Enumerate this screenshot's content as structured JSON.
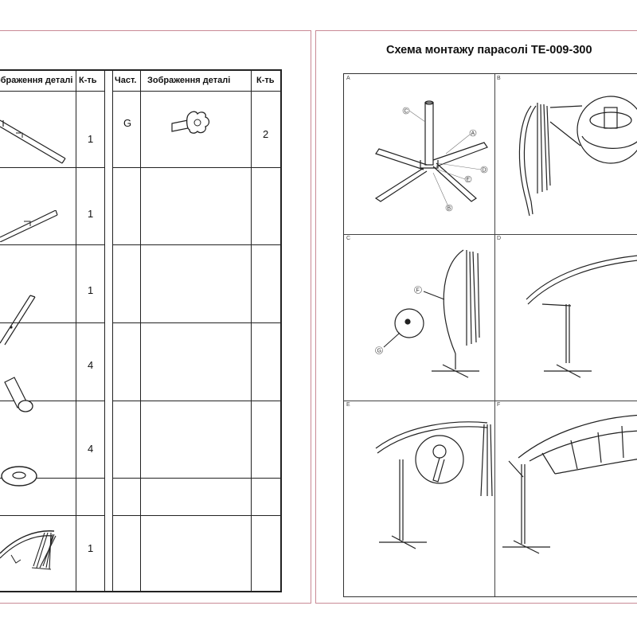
{
  "parts_table": {
    "headers": {
      "image_left": "ображення деталі",
      "qty_left": "К-ть",
      "part": "Част.",
      "image_right": "Зображення деталі",
      "qty_right": "К-ть"
    },
    "rows": [
      {
        "icon": "base-cross-bar-icon",
        "qty_left": "1",
        "part": "G",
        "qty_right": "2",
        "right_icon": "knob-screw-icon"
      },
      {
        "icon": "base-bar-icon",
        "qty_left": "1",
        "part": "",
        "qty_right": ""
      },
      {
        "icon": "pole-tube-icon",
        "qty_left": "1",
        "part": "",
        "qty_right": ""
      },
      {
        "icon": "bolt-icon",
        "qty_left": "4",
        "part": "",
        "qty_right": ""
      },
      {
        "icon": "washer-icon",
        "qty_left": "4",
        "part": "",
        "qty_right": ""
      },
      {
        "icon": "umbrella-canopy-icon",
        "qty_left": "1",
        "part": "",
        "qty_right": ""
      }
    ]
  },
  "assembly": {
    "title": "Схема монтажу парасолі ТЕ-009-300",
    "panels": [
      {
        "letter": "A",
        "callouts": [
          "C",
          "A",
          "D",
          "E",
          "B"
        ]
      },
      {
        "letter": "B",
        "callouts": []
      },
      {
        "letter": "C",
        "callouts": [
          "F",
          "G"
        ]
      },
      {
        "letter": "D",
        "callouts": []
      },
      {
        "letter": "E",
        "callouts": []
      },
      {
        "letter": "F",
        "callouts": []
      }
    ]
  }
}
